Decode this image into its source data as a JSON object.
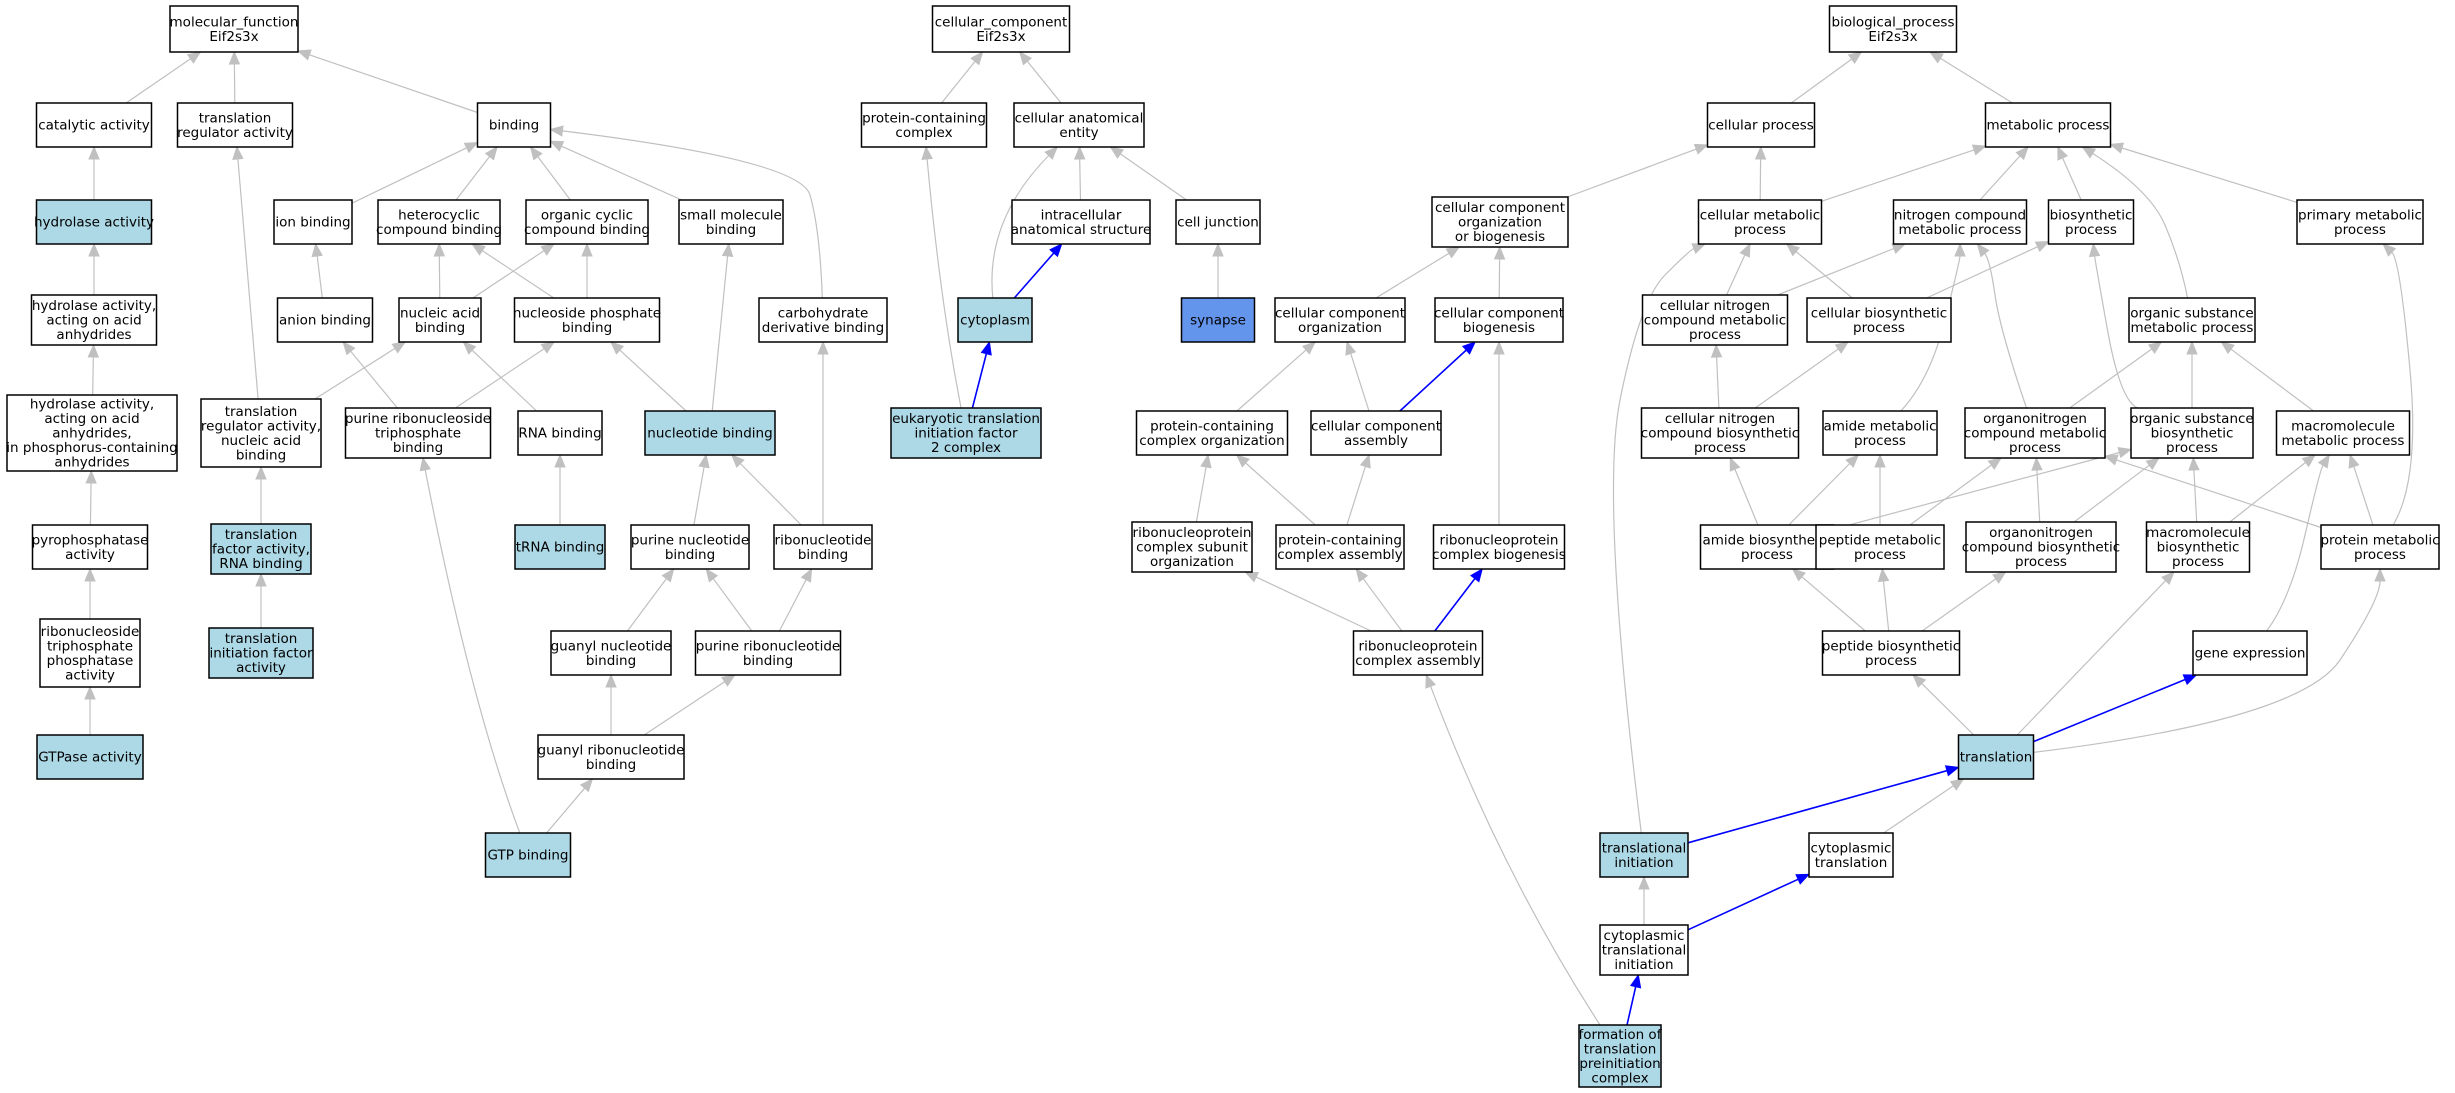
{
  "colors": {
    "node_default": "#ffffff",
    "node_highlight": "#add8e6",
    "node_selected": "#6495ed",
    "edge_default": "#c0c0c0",
    "edge_highlight": "#0000ff"
  },
  "nodes": [
    {
      "id": "mf",
      "label": [
        "molecular_function",
        "Eif2s3x"
      ],
      "style": "default"
    },
    {
      "id": "catalytic",
      "label": [
        "catalytic activity"
      ],
      "style": "default"
    },
    {
      "id": "trans_reg",
      "label": [
        "translation",
        "regulator activity"
      ],
      "style": "default"
    },
    {
      "id": "binding",
      "label": [
        "binding"
      ],
      "style": "default"
    },
    {
      "id": "hydrolase",
      "label": [
        "hydrolase activity"
      ],
      "style": "highlight"
    },
    {
      "id": "hydro_acid",
      "label": [
        "hydrolase activity,",
        "acting on acid",
        "anhydrides"
      ],
      "style": "default"
    },
    {
      "id": "hydro_phos",
      "label": [
        "hydrolase activity,",
        "acting on acid",
        "anhydrides,",
        "in phosphorus-containing",
        "anhydrides"
      ],
      "style": "default"
    },
    {
      "id": "pyrophos",
      "label": [
        "pyrophosphatase",
        "activity"
      ],
      "style": "default"
    },
    {
      "id": "rntp",
      "label": [
        "ribonucleoside",
        "triphosphate",
        "phosphatase",
        "activity"
      ],
      "style": "default"
    },
    {
      "id": "gtpase",
      "label": [
        "GTPase activity"
      ],
      "style": "highlight"
    },
    {
      "id": "trans_reg_na",
      "label": [
        "translation",
        "regulator activity,",
        "nucleic acid",
        "binding"
      ],
      "style": "default"
    },
    {
      "id": "tf_rna",
      "label": [
        "translation",
        "factor activity,",
        "RNA binding"
      ],
      "style": "highlight"
    },
    {
      "id": "tif",
      "label": [
        "translation",
        "initiation factor",
        "activity"
      ],
      "style": "highlight"
    },
    {
      "id": "ion",
      "label": [
        "ion binding"
      ],
      "style": "default"
    },
    {
      "id": "hetero",
      "label": [
        "heterocyclic",
        "compound binding"
      ],
      "style": "default"
    },
    {
      "id": "orgcyc",
      "label": [
        "organic cyclic",
        "compound binding"
      ],
      "style": "default"
    },
    {
      "id": "smallmol",
      "label": [
        "small molecule",
        "binding"
      ],
      "style": "default"
    },
    {
      "id": "anion",
      "label": [
        "anion binding"
      ],
      "style": "default"
    },
    {
      "id": "nucacid",
      "label": [
        "nucleic acid",
        "binding"
      ],
      "style": "default"
    },
    {
      "id": "nsp",
      "label": [
        "nucleoside phosphate",
        "binding"
      ],
      "style": "default"
    },
    {
      "id": "carb",
      "label": [
        "carbohydrate",
        "derivative binding"
      ],
      "style": "default"
    },
    {
      "id": "prtp",
      "label": [
        "purine ribonucleoside",
        "triphosphate",
        "binding"
      ],
      "style": "default"
    },
    {
      "id": "rna",
      "label": [
        "RNA binding"
      ],
      "style": "default"
    },
    {
      "id": "nucleotide",
      "label": [
        "nucleotide binding"
      ],
      "style": "highlight"
    },
    {
      "id": "trna",
      "label": [
        "tRNA binding"
      ],
      "style": "highlight"
    },
    {
      "id": "purnuc",
      "label": [
        "purine nucleotide",
        "binding"
      ],
      "style": "default"
    },
    {
      "id": "ribonuc",
      "label": [
        "ribonucleotide",
        "binding"
      ],
      "style": "default"
    },
    {
      "id": "guanyl",
      "label": [
        "guanyl nucleotide",
        "binding"
      ],
      "style": "default"
    },
    {
      "id": "purribo",
      "label": [
        "purine ribonucleotide",
        "binding"
      ],
      "style": "default"
    },
    {
      "id": "guanylribo",
      "label": [
        "guanyl ribonucleotide",
        "binding"
      ],
      "style": "default"
    },
    {
      "id": "gtp",
      "label": [
        "GTP binding"
      ],
      "style": "highlight"
    },
    {
      "id": "cc",
      "label": [
        "cellular_component",
        "Eif2s3x"
      ],
      "style": "default"
    },
    {
      "id": "pcc",
      "label": [
        "protein-containing",
        "complex"
      ],
      "style": "default"
    },
    {
      "id": "cae",
      "label": [
        "cellular anatomical",
        "entity"
      ],
      "style": "default"
    },
    {
      "id": "ias",
      "label": [
        "intracellular",
        "anatomical structure"
      ],
      "style": "default"
    },
    {
      "id": "celljunc",
      "label": [
        "cell junction"
      ],
      "style": "default"
    },
    {
      "id": "cytoplasm",
      "label": [
        "cytoplasm"
      ],
      "style": "highlight"
    },
    {
      "id": "synapse",
      "label": [
        "synapse"
      ],
      "style": "selected"
    },
    {
      "id": "eif2",
      "label": [
        "eukaryotic translation",
        "initiation factor",
        "2 complex"
      ],
      "style": "highlight"
    },
    {
      "id": "bp",
      "label": [
        "biological_process",
        "Eif2s3x"
      ],
      "style": "default"
    },
    {
      "id": "cellproc",
      "label": [
        "cellular process"
      ],
      "style": "default"
    },
    {
      "id": "metab",
      "label": [
        "metabolic process"
      ],
      "style": "default"
    },
    {
      "id": "ccob",
      "label": [
        "cellular component",
        "organization",
        "or biogenesis"
      ],
      "style": "default"
    },
    {
      "id": "cellmetab",
      "label": [
        "cellular metabolic",
        "process"
      ],
      "style": "default"
    },
    {
      "id": "nitro",
      "label": [
        "nitrogen compound",
        "metabolic process"
      ],
      "style": "default"
    },
    {
      "id": "biosyn",
      "label": [
        "biosynthetic",
        "process"
      ],
      "style": "default"
    },
    {
      "id": "primmetab",
      "label": [
        "primary metabolic",
        "process"
      ],
      "style": "default"
    },
    {
      "id": "cco",
      "label": [
        "cellular component",
        "organization"
      ],
      "style": "default"
    },
    {
      "id": "ccb",
      "label": [
        "cellular component",
        "biogenesis"
      ],
      "style": "default"
    },
    {
      "id": "cnitro",
      "label": [
        "cellular nitrogen",
        "compound metabolic",
        "process"
      ],
      "style": "default"
    },
    {
      "id": "cbiosyn",
      "label": [
        "cellular biosynthetic",
        "process"
      ],
      "style": "default"
    },
    {
      "id": "orgsub",
      "label": [
        "organic substance",
        "metabolic process"
      ],
      "style": "default"
    },
    {
      "id": "pco",
      "label": [
        "protein-containing",
        "complex organization"
      ],
      "style": "default"
    },
    {
      "id": "cca",
      "label": [
        "cellular component",
        "assembly"
      ],
      "style": "default"
    },
    {
      "id": "cnitrobio",
      "label": [
        "cellular nitrogen",
        "compound biosynthetic",
        "process"
      ],
      "style": "default"
    },
    {
      "id": "amide",
      "label": [
        "amide metabolic",
        "process"
      ],
      "style": "default"
    },
    {
      "id": "orgnitro",
      "label": [
        "organonitrogen",
        "compound metabolic",
        "process"
      ],
      "style": "default"
    },
    {
      "id": "orgsubbio",
      "label": [
        "organic substance",
        "biosynthetic",
        "process"
      ],
      "style": "default"
    },
    {
      "id": "macro",
      "label": [
        "macromolecule",
        "metabolic process"
      ],
      "style": "default"
    },
    {
      "id": "rnpsub",
      "label": [
        "ribonucleoprotein",
        "complex subunit",
        "organization"
      ],
      "style": "default"
    },
    {
      "id": "pca",
      "label": [
        "protein-containing",
        "complex assembly"
      ],
      "style": "default"
    },
    {
      "id": "rnpbio",
      "label": [
        "ribonucleoprotein",
        "complex biogenesis"
      ],
      "style": "default"
    },
    {
      "id": "amidebio",
      "label": [
        "amide biosynthetic",
        "process"
      ],
      "style": "default"
    },
    {
      "id": "peptide",
      "label": [
        "peptide metabolic",
        "process"
      ],
      "style": "default"
    },
    {
      "id": "orgnitrobio",
      "label": [
        "organonitrogen",
        "compound biosynthetic",
        "process"
      ],
      "style": "default"
    },
    {
      "id": "macrobio",
      "label": [
        "macromolecule",
        "biosynthetic",
        "process"
      ],
      "style": "default"
    },
    {
      "id": "protmetab",
      "label": [
        "protein metabolic",
        "process"
      ],
      "style": "default"
    },
    {
      "id": "rnpassembly",
      "label": [
        "ribonucleoprotein",
        "complex assembly"
      ],
      "style": "default"
    },
    {
      "id": "peptidebio",
      "label": [
        "peptide biosynthetic",
        "process"
      ],
      "style": "default"
    },
    {
      "id": "geneexp",
      "label": [
        "gene expression"
      ],
      "style": "default"
    },
    {
      "id": "translation",
      "label": [
        "translation"
      ],
      "style": "highlight"
    },
    {
      "id": "transinit",
      "label": [
        "translational",
        "initiation"
      ],
      "style": "highlight"
    },
    {
      "id": "cyttrans",
      "label": [
        "cytoplasmic",
        "translation"
      ],
      "style": "default"
    },
    {
      "id": "cyttransinit",
      "label": [
        "cytoplasmic",
        "translational",
        "initiation"
      ],
      "style": "default"
    },
    {
      "id": "preinit",
      "label": [
        "formation of",
        "translation",
        "preinitiation",
        "complex"
      ],
      "style": "highlight"
    }
  ],
  "edges": [
    {
      "from": "catalytic",
      "to": "mf",
      "style": "default"
    },
    {
      "from": "trans_reg",
      "to": "mf",
      "style": "default"
    },
    {
      "from": "binding",
      "to": "mf",
      "style": "default"
    },
    {
      "from": "hydrolase",
      "to": "catalytic",
      "style": "default"
    },
    {
      "from": "hydro_acid",
      "to": "hydrolase",
      "style": "default"
    },
    {
      "from": "hydro_phos",
      "to": "hydro_acid",
      "style": "default"
    },
    {
      "from": "pyrophos",
      "to": "hydro_phos",
      "style": "default"
    },
    {
      "from": "rntp",
      "to": "pyrophos",
      "style": "default"
    },
    {
      "from": "gtpase",
      "to": "rntp",
      "style": "default"
    },
    {
      "from": "trans_reg_na",
      "to": "trans_reg",
      "style": "default"
    },
    {
      "from": "trans_reg_na",
      "to": "nucacid",
      "style": "default"
    },
    {
      "from": "tf_rna",
      "to": "trans_reg_na",
      "style": "default"
    },
    {
      "from": "tif",
      "to": "tf_rna",
      "style": "default"
    },
    {
      "from": "ion",
      "to": "binding",
      "style": "default"
    },
    {
      "from": "hetero",
      "to": "binding",
      "style": "default"
    },
    {
      "from": "orgcyc",
      "to": "binding",
      "style": "default"
    },
    {
      "from": "smallmol",
      "to": "binding",
      "style": "default"
    },
    {
      "from": "carb",
      "to": "binding",
      "style": "default"
    },
    {
      "from": "anion",
      "to": "ion",
      "style": "default"
    },
    {
      "from": "nucacid",
      "to": "hetero",
      "style": "default"
    },
    {
      "from": "nucacid",
      "to": "orgcyc",
      "style": "default"
    },
    {
      "from": "nsp",
      "to": "hetero",
      "style": "default"
    },
    {
      "from": "nsp",
      "to": "orgcyc",
      "style": "default"
    },
    {
      "from": "prtp",
      "to": "anion",
      "style": "default"
    },
    {
      "from": "prtp",
      "to": "nsp",
      "style": "default"
    },
    {
      "from": "rna",
      "to": "nucacid",
      "style": "default"
    },
    {
      "from": "nucleotide",
      "to": "nsp",
      "style": "default"
    },
    {
      "from": "nucleotide",
      "to": "smallmol",
      "style": "default"
    },
    {
      "from": "trna",
      "to": "rna",
      "style": "default"
    },
    {
      "from": "purnuc",
      "to": "nucleotide",
      "style": "default"
    },
    {
      "from": "ribonuc",
      "to": "nucleotide",
      "style": "default"
    },
    {
      "from": "ribonuc",
      "to": "carb",
      "style": "default"
    },
    {
      "from": "guanyl",
      "to": "purnuc",
      "style": "default"
    },
    {
      "from": "purribo",
      "to": "purnuc",
      "style": "default"
    },
    {
      "from": "purribo",
      "to": "ribonuc",
      "style": "default"
    },
    {
      "from": "guanylribo",
      "to": "guanyl",
      "style": "default"
    },
    {
      "from": "guanylribo",
      "to": "purribo",
      "style": "default"
    },
    {
      "from": "gtp",
      "to": "guanylribo",
      "style": "default"
    },
    {
      "from": "gtp",
      "to": "prtp",
      "style": "default"
    },
    {
      "from": "pcc",
      "to": "cc",
      "style": "default"
    },
    {
      "from": "cae",
      "to": "cc",
      "style": "default"
    },
    {
      "from": "ias",
      "to": "cae",
      "style": "default"
    },
    {
      "from": "celljunc",
      "to": "cae",
      "style": "default"
    },
    {
      "from": "cytoplasm",
      "to": "cae",
      "style": "default"
    },
    {
      "from": "cytoplasm",
      "to": "ias",
      "style": "highlight"
    },
    {
      "from": "synapse",
      "to": "celljunc",
      "style": "default"
    },
    {
      "from": "eif2",
      "to": "pcc",
      "style": "default"
    },
    {
      "from": "eif2",
      "to": "cytoplasm",
      "style": "highlight"
    },
    {
      "from": "cellproc",
      "to": "bp",
      "style": "default"
    },
    {
      "from": "metab",
      "to": "bp",
      "style": "default"
    },
    {
      "from": "ccob",
      "to": "cellproc",
      "style": "default"
    },
    {
      "from": "cellmetab",
      "to": "cellproc",
      "style": "default"
    },
    {
      "from": "cellmetab",
      "to": "metab",
      "style": "default"
    },
    {
      "from": "nitro",
      "to": "metab",
      "style": "default"
    },
    {
      "from": "biosyn",
      "to": "metab",
      "style": "default"
    },
    {
      "from": "primmetab",
      "to": "metab",
      "style": "default"
    },
    {
      "from": "cco",
      "to": "ccob",
      "style": "default"
    },
    {
      "from": "ccb",
      "to": "ccob",
      "style": "default"
    },
    {
      "from": "cnitro",
      "to": "cellmetab",
      "style": "default"
    },
    {
      "from": "cnitro",
      "to": "nitro",
      "style": "default"
    },
    {
      "from": "cbiosyn",
      "to": "cellmetab",
      "style": "default"
    },
    {
      "from": "cbiosyn",
      "to": "biosyn",
      "style": "default"
    },
    {
      "from": "orgsub",
      "to": "metab",
      "style": "default"
    },
    {
      "from": "pco",
      "to": "cco",
      "style": "default"
    },
    {
      "from": "cca",
      "to": "cco",
      "style": "default"
    },
    {
      "from": "cca",
      "to": "ccb",
      "style": "highlight"
    },
    {
      "from": "cnitrobio",
      "to": "cnitro",
      "style": "default"
    },
    {
      "from": "cnitrobio",
      "to": "cbiosyn",
      "style": "default"
    },
    {
      "from": "amide",
      "to": "nitro",
      "style": "default"
    },
    {
      "from": "orgnitro",
      "to": "nitro",
      "style": "default"
    },
    {
      "from": "orgnitro",
      "to": "orgsub",
      "style": "default"
    },
    {
      "from": "orgsubbio",
      "to": "orgsub",
      "style": "default"
    },
    {
      "from": "orgsubbio",
      "to": "biosyn",
      "style": "default"
    },
    {
      "from": "macro",
      "to": "orgsub",
      "style": "default"
    },
    {
      "from": "rnpsub",
      "to": "pco",
      "style": "default"
    },
    {
      "from": "pca",
      "to": "pco",
      "style": "default"
    },
    {
      "from": "pca",
      "to": "cca",
      "style": "default"
    },
    {
      "from": "rnpbio",
      "to": "ccb",
      "style": "default"
    },
    {
      "from": "amidebio",
      "to": "cnitrobio",
      "style": "default"
    },
    {
      "from": "amidebio",
      "to": "amide",
      "style": "default"
    },
    {
      "from": "amidebio",
      "to": "orgsubbio",
      "style": "default"
    },
    {
      "from": "peptide",
      "to": "amide",
      "style": "default"
    },
    {
      "from": "peptide",
      "to": "orgnitro",
      "style": "default"
    },
    {
      "from": "orgnitrobio",
      "to": "orgnitro",
      "style": "default"
    },
    {
      "from": "orgnitrobio",
      "to": "orgsubbio",
      "style": "default"
    },
    {
      "from": "macrobio",
      "to": "orgsubbio",
      "style": "default"
    },
    {
      "from": "macrobio",
      "to": "macro",
      "style": "default"
    },
    {
      "from": "protmetab",
      "to": "orgnitro",
      "style": "default"
    },
    {
      "from": "protmetab",
      "to": "macro",
      "style": "default"
    },
    {
      "from": "protmetab",
      "to": "primmetab",
      "style": "default"
    },
    {
      "from": "rnpassembly",
      "to": "rnpsub",
      "style": "default"
    },
    {
      "from": "rnpassembly",
      "to": "pca",
      "style": "default"
    },
    {
      "from": "rnpassembly",
      "to": "rnpbio",
      "style": "highlight"
    },
    {
      "from": "peptidebio",
      "to": "amidebio",
      "style": "default"
    },
    {
      "from": "peptidebio",
      "to": "peptide",
      "style": "default"
    },
    {
      "from": "peptidebio",
      "to": "orgnitrobio",
      "style": "default"
    },
    {
      "from": "geneexp",
      "to": "macro",
      "style": "default"
    },
    {
      "from": "translation",
      "to": "peptidebio",
      "style": "default"
    },
    {
      "from": "translation",
      "to": "macrobio",
      "style": "default"
    },
    {
      "from": "translation",
      "to": "geneexp",
      "style": "highlight"
    },
    {
      "from": "translation",
      "to": "protmetab",
      "style": "default"
    },
    {
      "from": "transinit",
      "to": "translation",
      "style": "highlight"
    },
    {
      "from": "transinit",
      "to": "cellmetab",
      "style": "default"
    },
    {
      "from": "cyttrans",
      "to": "translation",
      "style": "default"
    },
    {
      "from": "cyttransinit",
      "to": "transinit",
      "style": "default"
    },
    {
      "from": "cyttransinit",
      "to": "cyttrans",
      "style": "highlight"
    },
    {
      "from": "preinit",
      "to": "cyttransinit",
      "style": "highlight"
    },
    {
      "from": "preinit",
      "to": "rnpassembly",
      "style": "default"
    }
  ]
}
